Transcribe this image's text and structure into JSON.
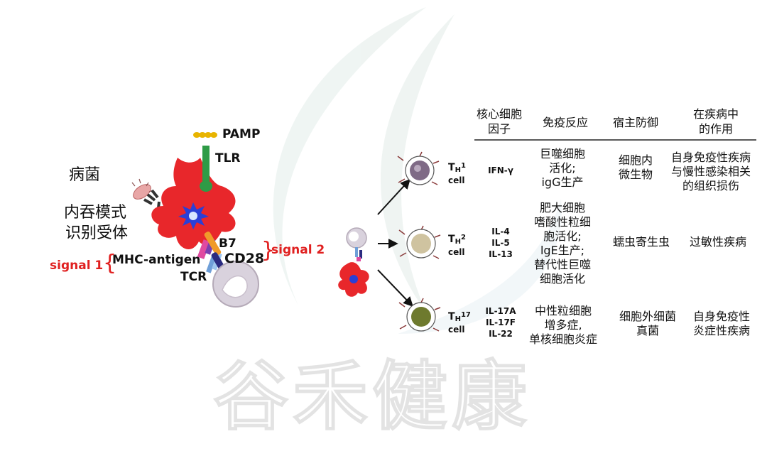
{
  "left": {
    "pathogen": "病菌",
    "receptor_line1": "内吞模式",
    "receptor_line2": "识别受体",
    "pamp": "PAMP",
    "tlr": "TLR",
    "b7": "B7",
    "cd28": "CD28",
    "mhc": "MHC-antigen",
    "tcr": "TCR",
    "signal1": "signal 1",
    "signal2": "signal 2"
  },
  "table": {
    "headers": [
      [
        "核心细胞",
        "因子"
      ],
      [
        "免疫反应"
      ],
      [
        "宿主防御"
      ],
      [
        "在疾病中",
        "的作用"
      ]
    ],
    "rows": [
      {
        "cell_main": "T",
        "cell_sub": "H",
        "cell_num": "1",
        "cell_word": "cell",
        "cytokines": [
          "IFN-γ"
        ],
        "response": [
          "巨噬细胞",
          "活化;",
          "igG生产"
        ],
        "defense": [
          "细胞内",
          "微生物"
        ],
        "disease": [
          "自身免疫性疾病",
          "与慢性感染相关",
          "的组织损伤"
        ]
      },
      {
        "cell_main": "T",
        "cell_sub": "H",
        "cell_num": "2",
        "cell_word": "cell",
        "cytokines": [
          "IL-4",
          "IL-5",
          "IL-13"
        ],
        "response": [
          "肥大细胞",
          "嗜酸性粒细",
          "胞活化;",
          "lgE生产;",
          "替代性巨噬",
          "细胞活化"
        ],
        "defense": [
          "蠕虫寄生虫"
        ],
        "disease": [
          "过敏性疾病"
        ]
      },
      {
        "cell_main": "T",
        "cell_sub": "H",
        "cell_num": "17",
        "cell_word": "cell",
        "cytokines": [
          "IL-17A",
          "IL-17F",
          "IL-22"
        ],
        "response": [
          "中性粒细胞",
          "增多症,",
          "单核细胞炎症"
        ],
        "defense": [
          "细胞外细菌",
          "真菌"
        ],
        "disease": [
          "自身免疫性",
          "炎症性疾病"
        ]
      }
    ]
  },
  "watermark": "谷禾健康",
  "colors": {
    "dc_red": "#e8272b",
    "tcell_gray": "#d9d2dd",
    "th1": "#7f6a86",
    "th2": "#cfc3a0",
    "th17": "#6e7a2e",
    "pamp": "#e8b400",
    "tlr": "#2e9b46",
    "signal_red": "#e02020"
  }
}
